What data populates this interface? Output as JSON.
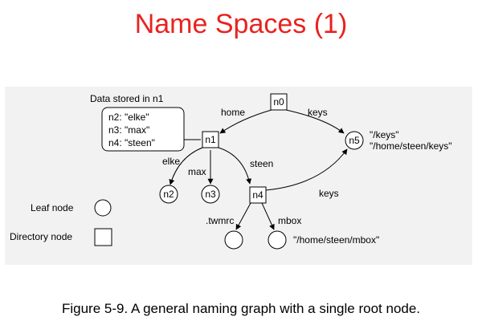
{
  "title": "Name Spaces (1)",
  "title_color": "#e8231f",
  "caption": "Figure 5-9. A general naming graph with a single root node.",
  "data_box": {
    "heading": "Data stored in n1",
    "lines": [
      "n2: \"elke\"",
      "n3: \"max\"",
      "n4: \"steen\""
    ]
  },
  "legend": {
    "leaf_label": "Leaf node",
    "directory_label": "Directory node"
  },
  "nodes": {
    "n0": "n0",
    "n1": "n1",
    "n2": "n2",
    "n3": "n3",
    "n4": "n4",
    "n5": "n5"
  },
  "edge_labels": {
    "home": "home",
    "keys_root": "keys",
    "elke": "elke",
    "max": "max",
    "steen": "steen",
    "keys_n4": "keys",
    "twmrc": ".twmrc",
    "mbox": "mbox"
  },
  "path_labels": {
    "n5_line1": "\"/keys\"",
    "n5_line2": "\"/home/steen/keys\"",
    "mbox_path": "\"/home/steen/mbox\""
  },
  "icons": {
    "leaf_shape": "circle",
    "directory_shape": "square"
  }
}
